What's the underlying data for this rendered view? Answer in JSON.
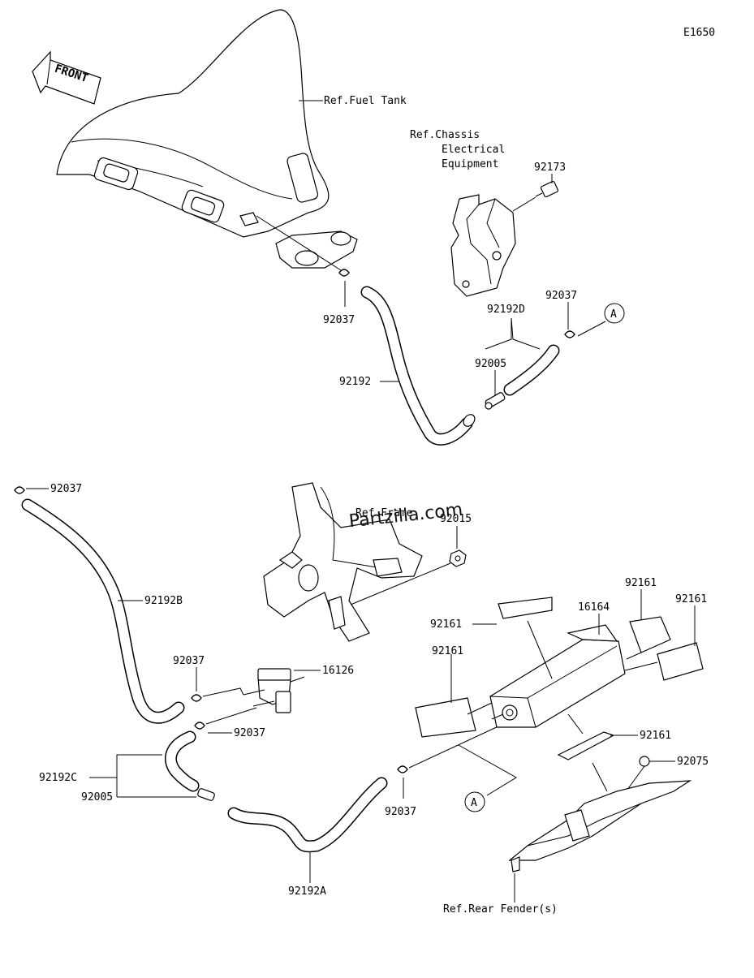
{
  "diagram_code": "E1650",
  "front_label": "FRONT",
  "watermark": "Partzilla.com",
  "refs": {
    "fuel_tank": "Ref.Fuel Tank",
    "chassis_line1": "Ref.Chassis",
    "chassis_line2": "Electrical",
    "chassis_line3": "Equipment",
    "frame": "Ref.Frame",
    "rear_fender": "Ref.Rear Fender(s)"
  },
  "callouts": {
    "c92173": "92173",
    "c92037_a": "92037",
    "c92037_b": "92037",
    "c92037_c": "92037",
    "c92037_d": "92037",
    "c92037_e": "92037",
    "c92037_f": "92037",
    "c92192D": "92192D",
    "c92005_a": "92005",
    "c92005_b": "92005",
    "c92192": "92192",
    "c92192B": "92192B",
    "c92192C": "92192C",
    "c92192A": "92192A",
    "c92015": "92015",
    "c16126": "16126",
    "c16164": "16164",
    "c92161_a": "92161",
    "c92161_b": "92161",
    "c92161_c": "92161",
    "c92161_d": "92161",
    "c92161_e": "92161",
    "c92075": "92075",
    "ref_a_top": "A",
    "ref_a_bottom": "A"
  }
}
